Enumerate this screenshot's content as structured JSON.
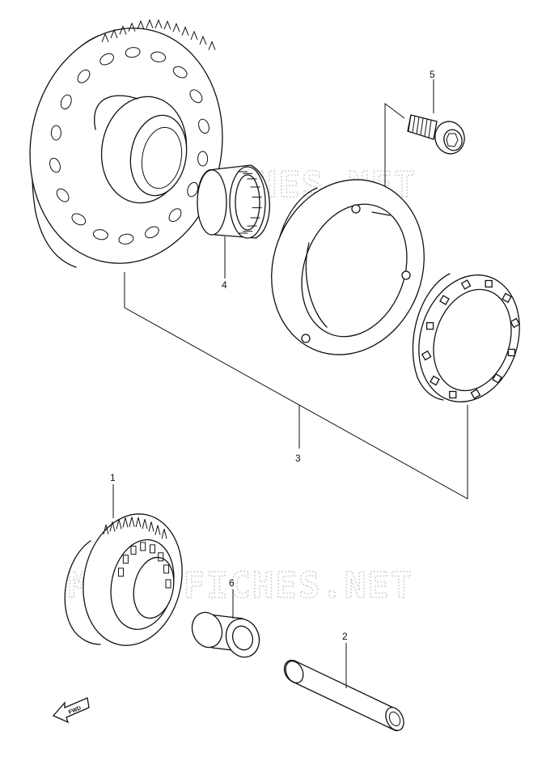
{
  "watermark": "MICROFICHES.NET",
  "callouts": {
    "p1": "1",
    "p2": "2",
    "p3": "3",
    "p4": "4",
    "p5": "5",
    "p6": "6"
  },
  "fwd_label": "FWD"
}
